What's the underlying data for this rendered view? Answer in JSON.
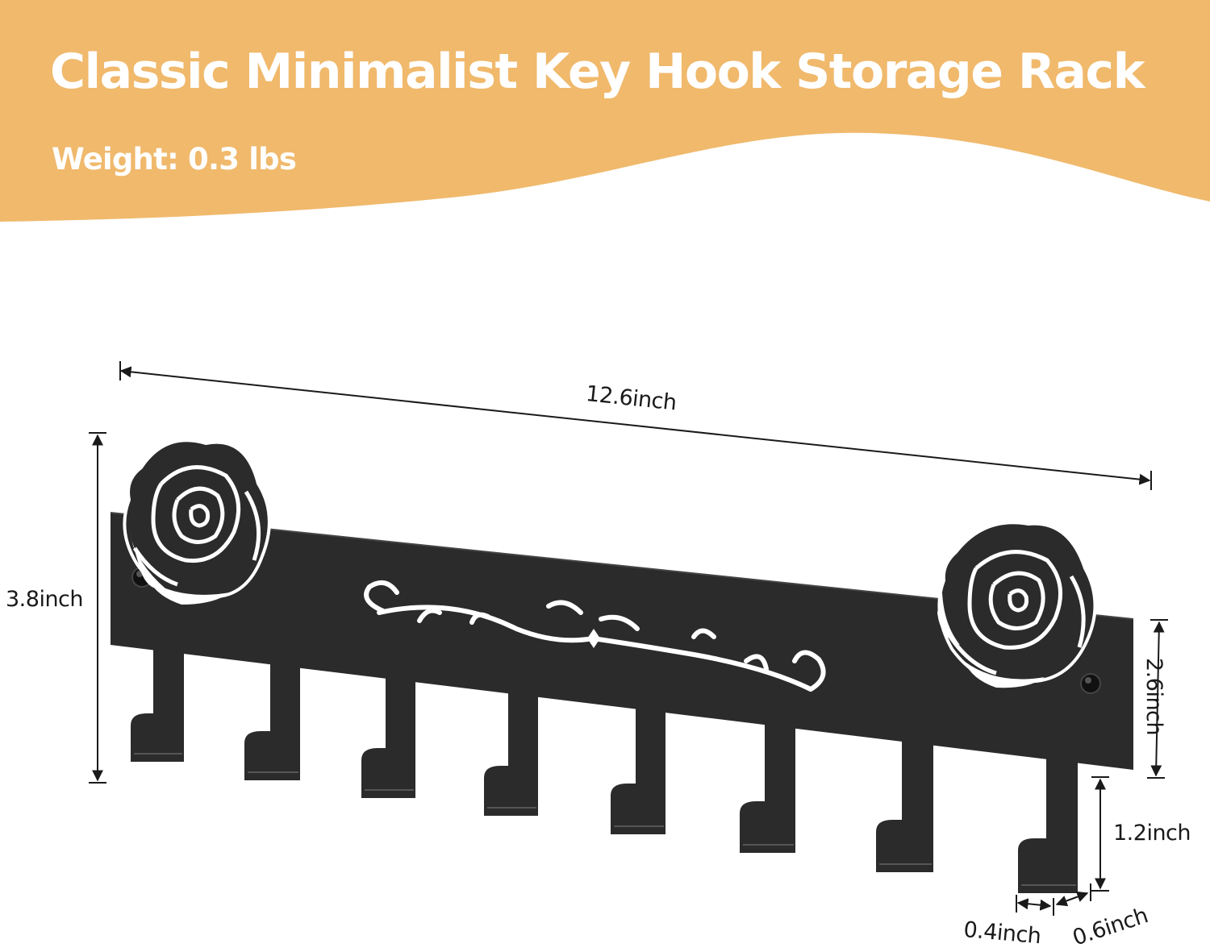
{
  "header": {
    "title": "Classic Minimalist Key Hook Storage Rack",
    "weight": "Weight: 0.3 lbs"
  },
  "dimensions": {
    "width": "12.6inch",
    "height": "3.8inch",
    "panel_height": "2.6inch",
    "hook_length": "1.2inch",
    "hook_width": "0.4inch",
    "hook_gap": "0.6inch"
  },
  "colors": {
    "banner": "#f0b96c",
    "rack": "#2b2b2b",
    "text_dark": "#1a1a1a"
  }
}
